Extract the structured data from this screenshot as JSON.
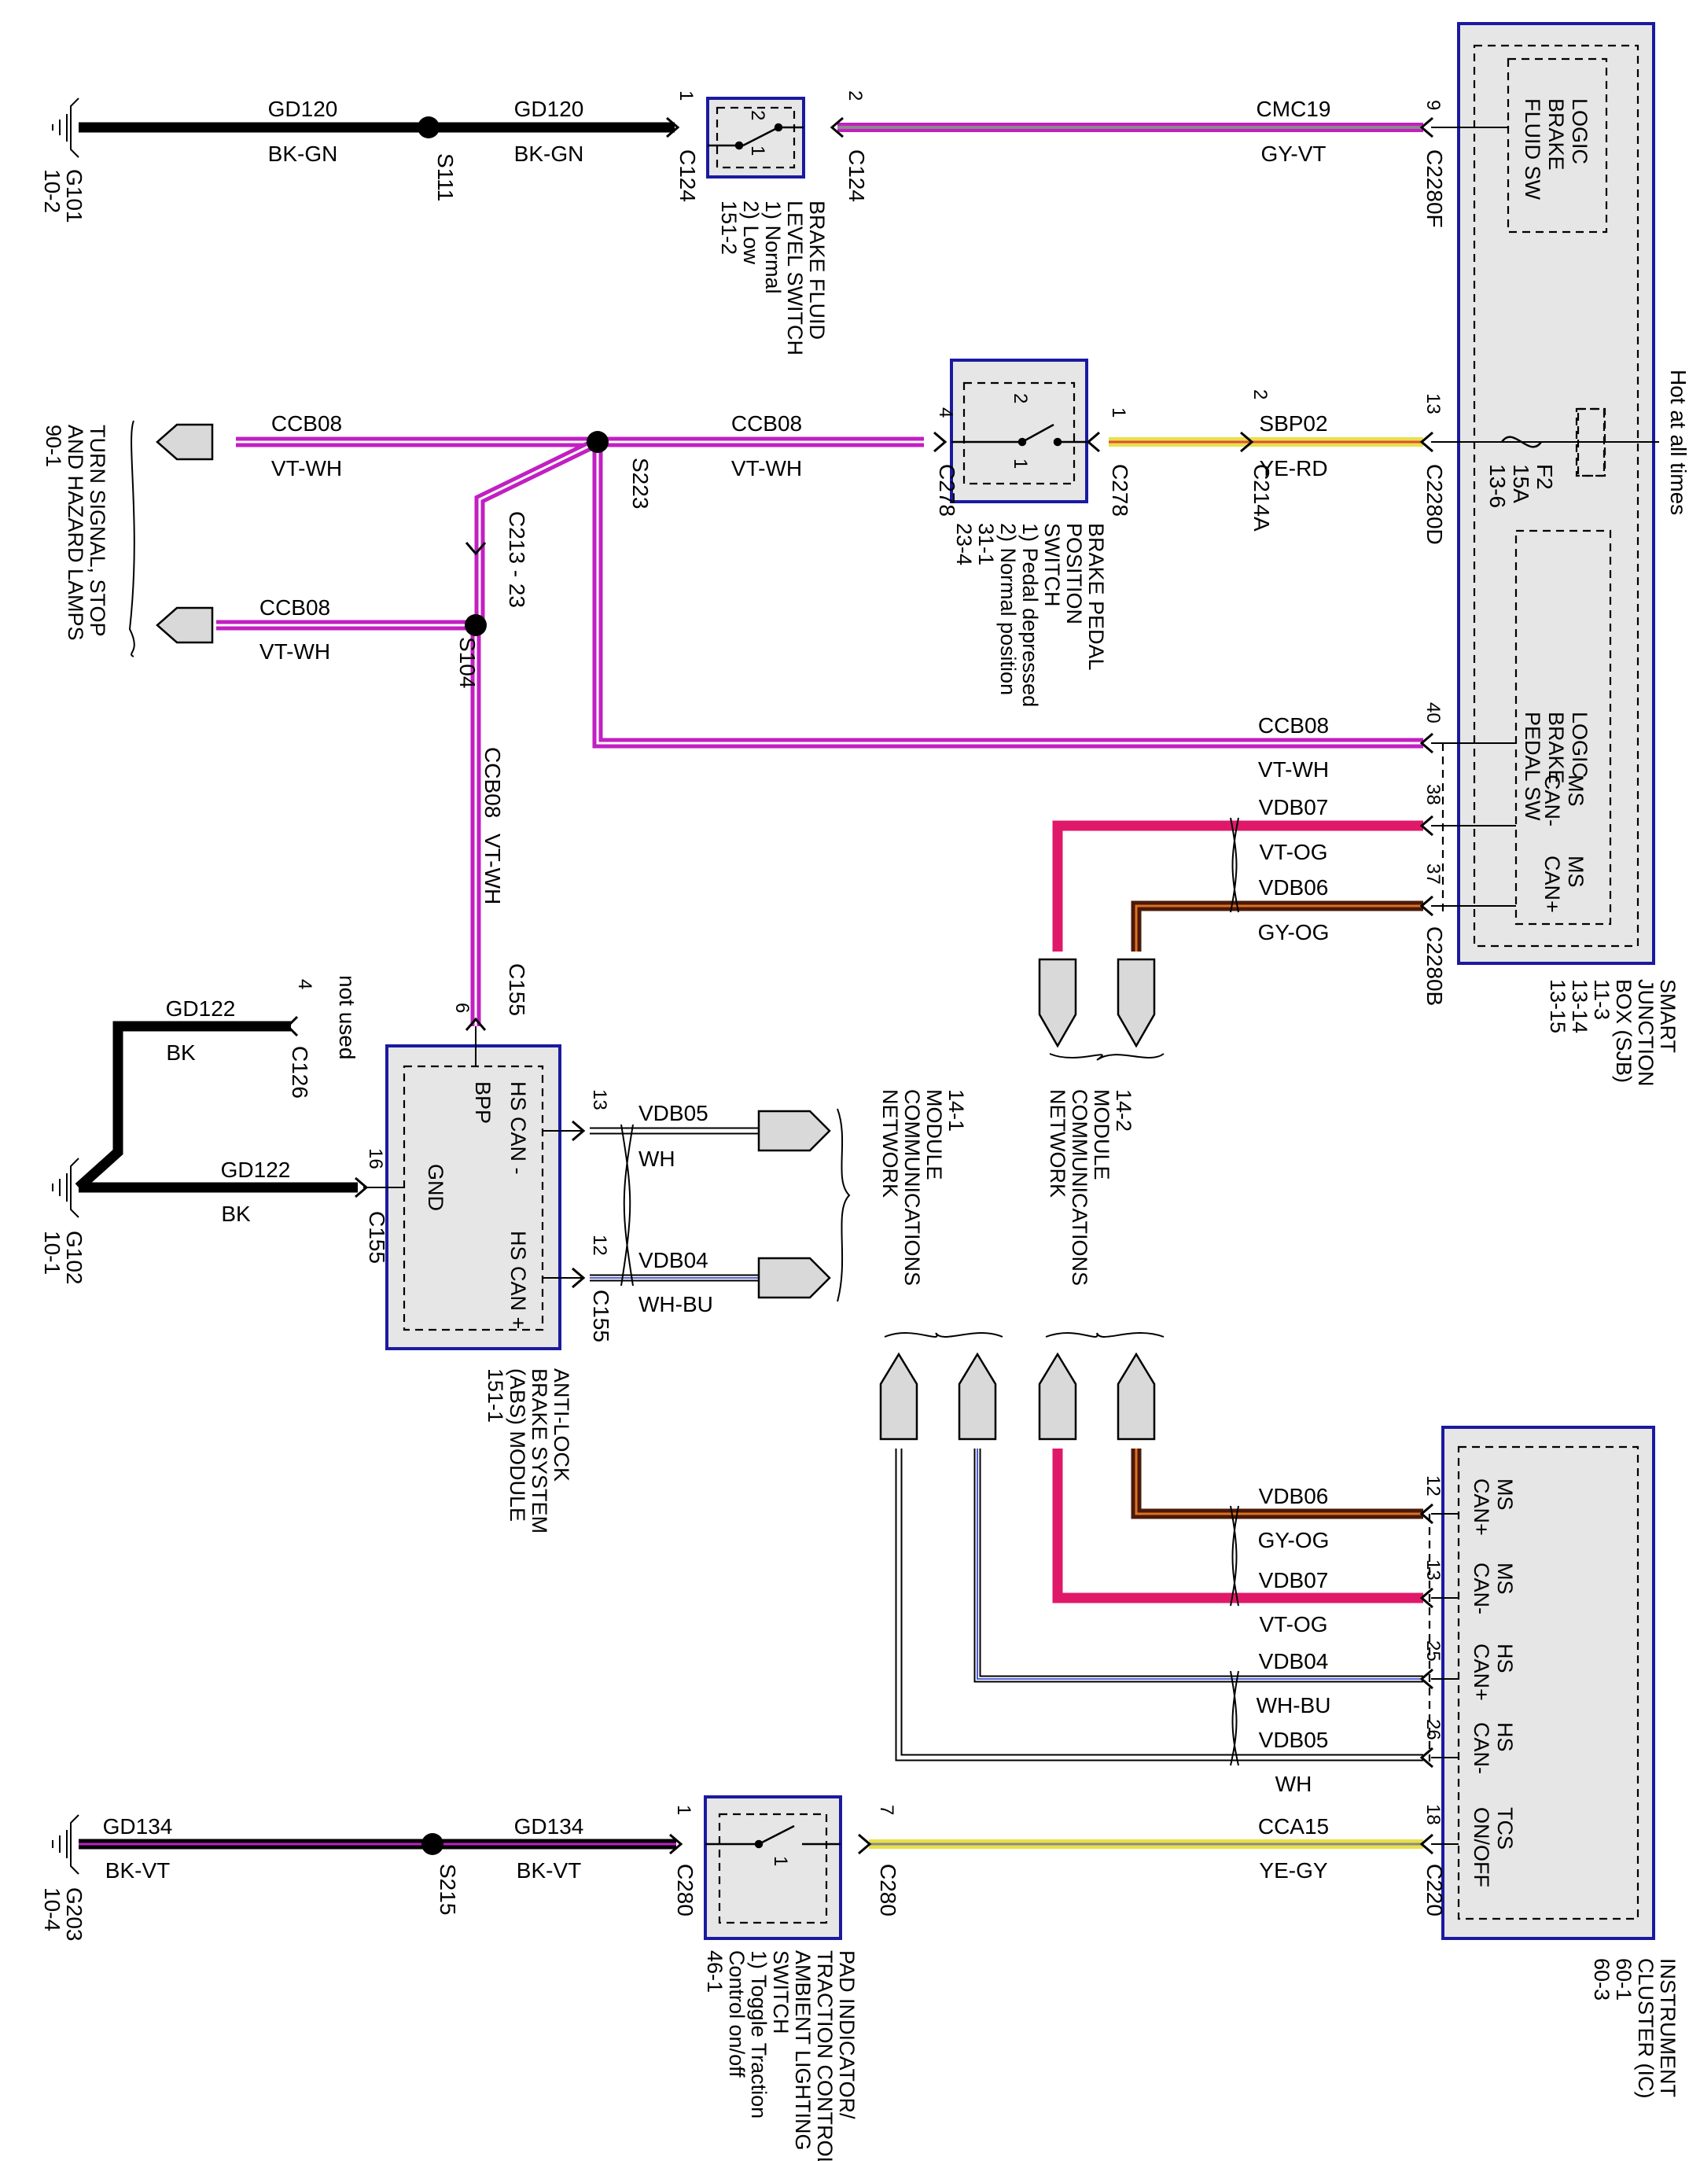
{
  "colors": {
    "BK": "#000000",
    "VT": "#c21fc2",
    "WH": "#ffffff",
    "GY": "#8a8a8a",
    "YE": "#e8e04a",
    "RD": "#e05030",
    "OG": "#e07020",
    "BU": "#2030d0",
    "VT-OG": "#e0186a",
    "GY-OG": "#4a1a0a",
    "module_border": "#1a1aa0",
    "module_fill": "#e6e6e6"
  },
  "header": {
    "hot_at_all_times": "Hot at all times"
  },
  "grounds": {
    "g101": {
      "name": "G101",
      "ref": "10-2"
    },
    "g102": {
      "name": "G102",
      "ref": "10-1"
    },
    "g203": {
      "name": "G203",
      "ref": "10-4"
    }
  },
  "splices": {
    "s111": "S111",
    "s223": "S223",
    "s104": "S104",
    "s215": "S215"
  },
  "wires": {
    "gd120a": {
      "circuit": "GD120",
      "color": "BK-GN"
    },
    "gd120b": {
      "circuit": "GD120",
      "color": "BK-GN"
    },
    "cmc19": {
      "circuit": "CMC19",
      "color": "GY-VT"
    },
    "ccb08_turn": {
      "circuit": "CCB08",
      "color": "VT-WH"
    },
    "ccb08_bpp": {
      "circuit": "CCB08",
      "color": "VT-WH"
    },
    "ccb08_s104": {
      "circuit": "CCB08",
      "color": "VT-WH"
    },
    "ccb08_vert": {
      "circuit": "CCB08",
      "color": "VT-WH"
    },
    "ccb08_sjb": {
      "circuit": "CCB08",
      "color": "VT-WH"
    },
    "sbp02": {
      "circuit": "SBP02",
      "color": "YE-RD"
    },
    "vdb07_sjb": {
      "circuit": "VDB07",
      "color": "VT-OG"
    },
    "vdb06_sjb": {
      "circuit": "VDB06",
      "color": "GY-OG"
    },
    "gd122a": {
      "circuit": "GD122",
      "color": "BK"
    },
    "gd122b": {
      "circuit": "GD122",
      "color": "BK"
    },
    "vdb05_abs": {
      "circuit": "VDB05",
      "color": "WH"
    },
    "vdb04_abs": {
      "circuit": "VDB04",
      "color": "WH-BU"
    },
    "vdb06_ic": {
      "circuit": "VDB06",
      "color": "GY-OG"
    },
    "vdb07_ic": {
      "circuit": "VDB07",
      "color": "VT-OG"
    },
    "vdb04_ic": {
      "circuit": "VDB04",
      "color": "WH-BU"
    },
    "vdb05_ic": {
      "circuit": "VDB05",
      "color": "WH"
    },
    "gd134a": {
      "circuit": "GD134",
      "color": "BK-VT"
    },
    "gd134b": {
      "circuit": "GD134",
      "color": "BK-VT"
    },
    "cca15": {
      "circuit": "CCA15",
      "color": "YE-GY"
    }
  },
  "connectors": {
    "c124_1": {
      "name": "C124",
      "pin": "1"
    },
    "c124_2": {
      "name": "C124",
      "pin": "2"
    },
    "c2280f": {
      "name": "C2280F",
      "pin": "9"
    },
    "c278_4": {
      "name": "C278",
      "pin": "4"
    },
    "c278_1": {
      "name": "C278",
      "pin": "1"
    },
    "c214a": {
      "name": "C214A",
      "pin": "2"
    },
    "c2280d": {
      "name": "C2280D",
      "pin": "13"
    },
    "c213": {
      "name": "C213 - 23"
    },
    "sjb_40": {
      "pin": "40"
    },
    "sjb_38": {
      "pin": "38"
    },
    "c2280b": {
      "name": "C2280B",
      "pin": "37"
    },
    "c155_6": {
      "name": "C155",
      "pin": "6"
    },
    "c126": {
      "name": "C126",
      "pin": "4",
      "note": "not used"
    },
    "c155_16": {
      "name": "C155",
      "pin": "16"
    },
    "c155_13": {
      "pin": "13"
    },
    "c155_12": {
      "name": "C155",
      "pin": "12"
    },
    "ic_12": {
      "pin": "12"
    },
    "ic_13": {
      "pin": "13"
    },
    "ic_25": {
      "pin": "25"
    },
    "ic_26": {
      "pin": "26"
    },
    "c220": {
      "name": "C220",
      "pin": "18"
    },
    "c280_1": {
      "name": "C280",
      "pin": "1"
    },
    "c280_7": {
      "name": "C280",
      "pin": "7"
    }
  },
  "components": {
    "bfls": {
      "lines": [
        "BRAKE FLUID",
        "LEVEL SWITCH",
        "1) Normal",
        "2) Low",
        "151-2"
      ],
      "pins": [
        "2",
        "1"
      ]
    },
    "bpps": {
      "lines": [
        "BRAKE PEDAL",
        "POSITION",
        "SWITCH",
        "1) Pedal depressed",
        "2) Normal position",
        "31-1",
        "23-4"
      ],
      "pins": [
        "2",
        "1"
      ]
    },
    "tcs_switch": {
      "lines": [
        "PAD INDICATOR/",
        "TRACTION CONTROL/",
        "AMBIENT LIGHTING",
        "SWITCH",
        "1) Toggle Traction",
        "Control on/off",
        "46-1"
      ],
      "pin": "1"
    },
    "fuse": {
      "name": "F2",
      "rating": "15A",
      "ref": "13-6"
    }
  },
  "modules": {
    "sjb": {
      "title_lines": [
        "SMART",
        "JUNCTION",
        "BOX (SJB)",
        "11-3",
        "13-14",
        "13-15"
      ],
      "logic1_lines": [
        "LOGIC",
        "BRAKE",
        "FLUID SW"
      ],
      "logic2_lines": [
        "LOGIC",
        "BRAKE",
        "PEDAL SW"
      ],
      "ms_can_minus": [
        "MS",
        "CAN-"
      ],
      "ms_can_plus": [
        "MS",
        "CAN+"
      ]
    },
    "abs": {
      "title_lines": [
        "ANTI-LOCK",
        "BRAKE SYSTEM",
        "(ABS) MODULE",
        "151-1"
      ],
      "bpp": "BPP",
      "gnd": "GND",
      "hs_can_minus": "HS CAN -",
      "hs_can_plus": "HS CAN +"
    },
    "ic": {
      "title_lines": [
        "INSTRUMENT",
        "CLUSTER (IC)",
        "60-1",
        "60-3"
      ],
      "pins": [
        [
          "MS",
          "CAN+"
        ],
        [
          "MS",
          "CAN-"
        ],
        [
          "HS",
          "CAN+"
        ],
        [
          "HS",
          "CAN-"
        ],
        [
          "TCS",
          "ON/OFF"
        ]
      ]
    }
  },
  "refs": {
    "turn_signal": [
      "TURN SIGNAL, STOP",
      "AND HAZARD LAMPS",
      "90-1"
    ],
    "mcn_14_1": [
      "14-1",
      "MODULE",
      "COMMUNICATIONS",
      "NETWORK"
    ],
    "mcn_14_2": [
      "14-2",
      "MODULE",
      "COMMUNICATIONS",
      "NETWORK"
    ]
  }
}
